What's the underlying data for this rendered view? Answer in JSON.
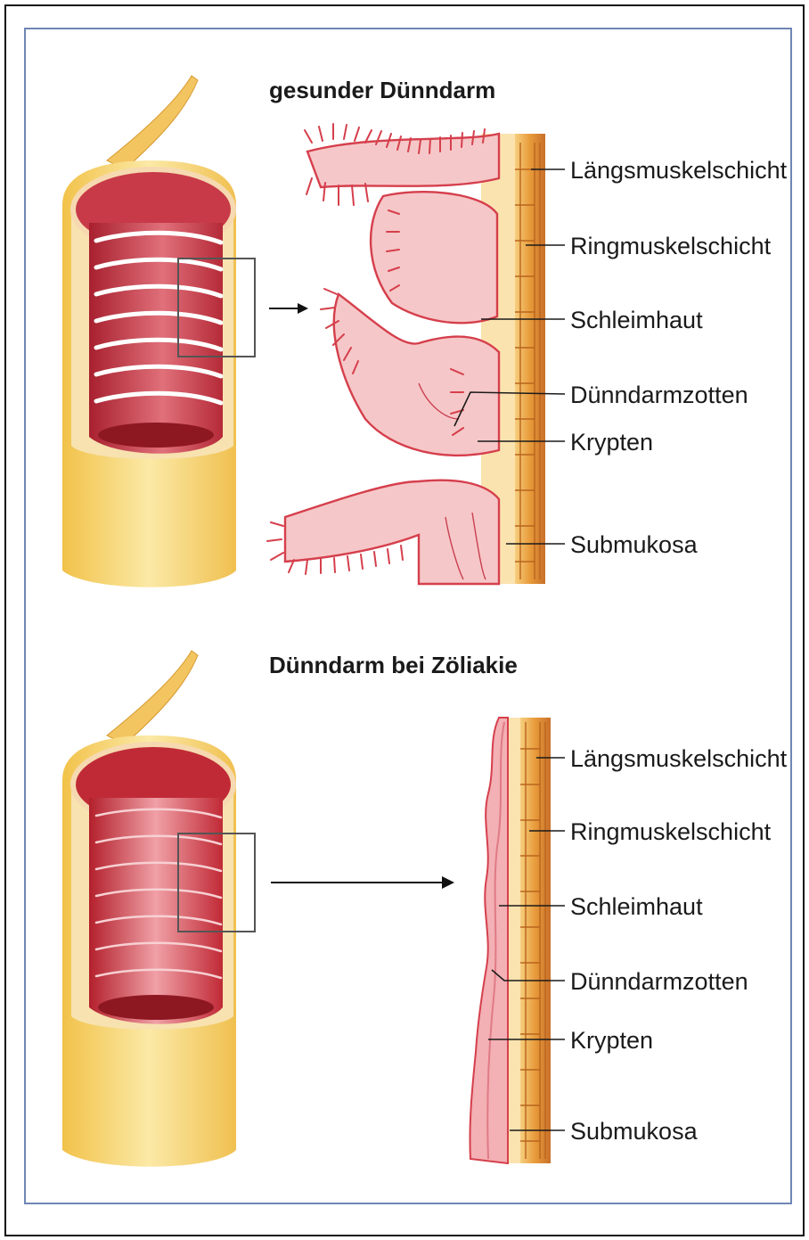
{
  "healthy": {
    "title": "gesunder Dünndarm",
    "labels": [
      "Längsmuskelschicht",
      "Ringmuskelschicht",
      "Schleimhaut",
      "Dünndarmzotten",
      "Krypten",
      "Submukosa"
    ]
  },
  "celiac": {
    "title": "Dünndarm bei Zöliakie",
    "labels": [
      "Längsmuskelschicht",
      "Ringmuskelschicht",
      "Schleimhaut",
      "Dünndarmzotten",
      "Krypten",
      "Submukosa"
    ]
  },
  "colors": {
    "tube_outer": "#f5d46a",
    "mucosa_red": "#c8323f",
    "villi_pink": "#f0a0a5",
    "muscle_orange": "#e8a03a",
    "submucosa": "#fbe3b0"
  }
}
